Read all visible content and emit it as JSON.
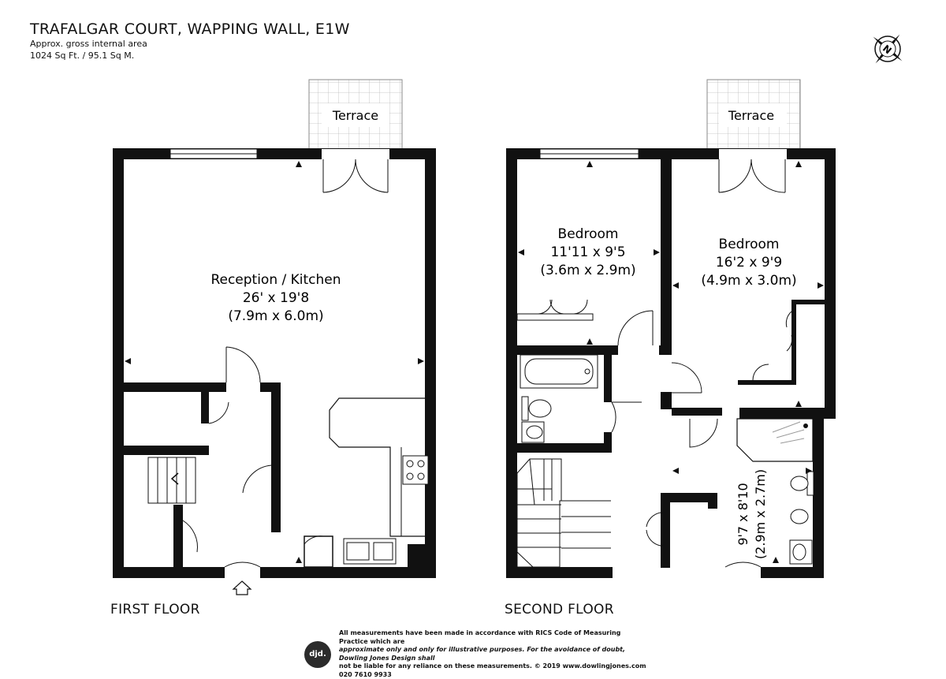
{
  "header": {
    "title": "TRAFALGAR COURT, WAPPING WALL, E1W",
    "area_label": "Approx. gross internal area",
    "area_value": "1024 Sq Ft. / 95.1 Sq M."
  },
  "compass": {
    "label": "N",
    "icon": "north-arrow-icon"
  },
  "floors": {
    "first": {
      "label": "FIRST FLOOR",
      "terrace": "Terrace",
      "reception": {
        "name": "Reception / Kitchen",
        "imperial": "26' x 19'8",
        "metric": "(7.9m x 6.0m)"
      }
    },
    "second": {
      "label": "SECOND FLOOR",
      "terrace": "Terrace",
      "bedroom1": {
        "name": "Bedroom",
        "imperial": "11'11 x 9'5",
        "metric": "(3.6m x 2.9m)"
      },
      "bedroom2": {
        "name": "Bedroom",
        "imperial": "16'2 x 9'9",
        "metric": "(4.9m x 3.0m)"
      },
      "room3": {
        "imperial": "9'7 x 8'10",
        "metric": "(2.9m x 2.7m)"
      }
    }
  },
  "footer": {
    "logo": "djd.",
    "line1": "All measurements have been made in accordance with RICS Code of Measuring Practice which are",
    "line2": "approximate only and only for illustrative purposes. For the avoidance of doubt, Dowling Jones Design shall",
    "line3": "not be liable for any reliance on these measurements. © 2019 www.dowlingjones.com 020 7610 9933"
  }
}
